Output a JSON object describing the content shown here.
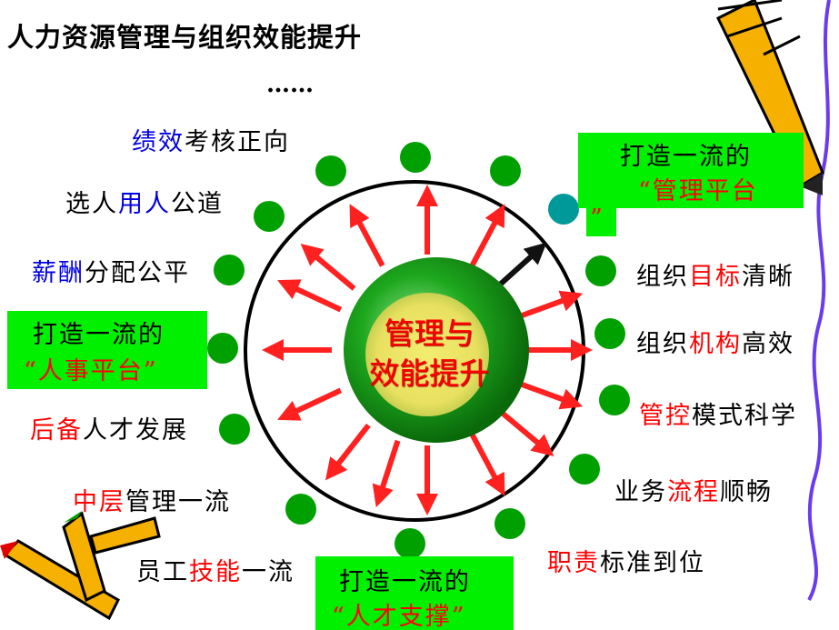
{
  "title": "人力资源管理与组织效能提升",
  "ellipsis": "……",
  "center": {
    "line1": "管理与",
    "line2": "效能提升"
  },
  "colors": {
    "blue": "#0000e0",
    "red": "#ff0000",
    "box": "#00f000",
    "dot": "#00a000",
    "teal": "#009999",
    "arrow": "#ff2020"
  },
  "labels": [
    {
      "parts": [
        {
          "t": "绩效",
          "c": "blue"
        },
        {
          "t": "考核正向",
          "c": "black"
        }
      ]
    },
    {
      "parts": [
        {
          "t": "选人",
          "c": "black"
        },
        {
          "t": "用人",
          "c": "blue"
        },
        {
          "t": "公道",
          "c": "black"
        }
      ]
    },
    {
      "parts": [
        {
          "t": "薪酬",
          "c": "blue"
        },
        {
          "t": "分配公平",
          "c": "black"
        }
      ]
    },
    {
      "parts": [
        {
          "t": "后备",
          "c": "red"
        },
        {
          "t": "人才发展",
          "c": "black"
        }
      ]
    },
    {
      "parts": [
        {
          "t": "中层",
          "c": "red"
        },
        {
          "t": "管理一流",
          "c": "black"
        }
      ]
    },
    {
      "parts": [
        {
          "t": "员工",
          "c": "black"
        },
        {
          "t": "技能",
          "c": "red"
        },
        {
          "t": "一流",
          "c": "black"
        }
      ]
    },
    {
      "parts": [
        {
          "t": "职责",
          "c": "red"
        },
        {
          "t": "标准到位",
          "c": "black"
        }
      ]
    },
    {
      "parts": [
        {
          "t": "业务",
          "c": "black"
        },
        {
          "t": "流程",
          "c": "red"
        },
        {
          "t": "顺畅",
          "c": "black"
        }
      ]
    },
    {
      "parts": [
        {
          "t": "管控",
          "c": "red"
        },
        {
          "t": "模式科学",
          "c": "black"
        }
      ]
    },
    {
      "parts": [
        {
          "t": "组织",
          "c": "black"
        },
        {
          "t": "机构",
          "c": "red"
        },
        {
          "t": "高效",
          "c": "black"
        }
      ]
    },
    {
      "parts": [
        {
          "t": "组织",
          "c": "black"
        },
        {
          "t": "目标",
          "c": "red"
        },
        {
          "t": "清晰",
          "c": "black"
        }
      ]
    }
  ],
  "boxes": {
    "hr": {
      "line1": "打造一流的",
      "line2": "“人事平台”"
    },
    "talent": {
      "line1": "打造一流的",
      "line2": "“人才支撑”"
    },
    "mgmt": {
      "line1": "打造一流的",
      "line2": "“管理平台",
      "line3": "”"
    }
  }
}
